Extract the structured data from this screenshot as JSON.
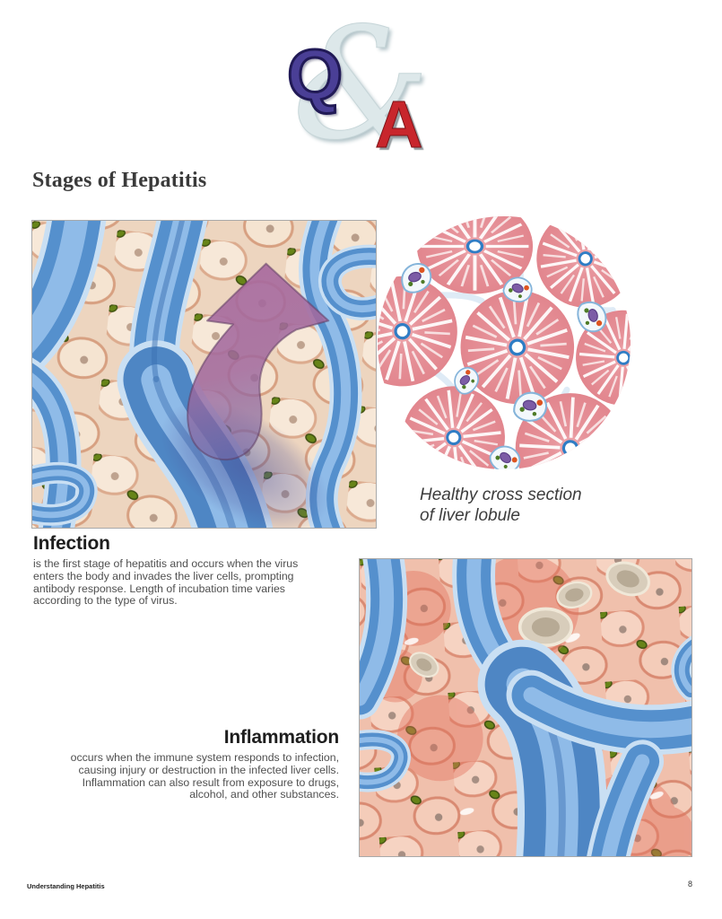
{
  "page": {
    "title": "Stages of Hepatitis",
    "booklet": "Understanding Hepatitis",
    "number": "8"
  },
  "logo": {
    "q": "Q",
    "ampersand": "&",
    "a": "A"
  },
  "lobule_caption": {
    "line1": "Healthy cross section",
    "line2": "of liver lobule"
  },
  "sections": {
    "infection": {
      "heading": "Infection",
      "lines": [
        "is the first stage of hepatitis and occurs when the virus",
        "enters the body and invades the liver cells, prompting",
        "antibody response. Length of incubation time varies",
        "according to the type of virus."
      ]
    },
    "inflammation": {
      "heading": "Inflammation",
      "lines": [
        "occurs when the immune system responds to infection,",
        "causing injury or destruction in the infected liver cells.",
        "Inflammation can also result from exposure to drugs,",
        "alcohol, and other substances."
      ]
    }
  },
  "colors": {
    "q_purple": "#4a3f96",
    "a_red": "#c8262c",
    "ampersand_silver": "#dde8ea",
    "vessel_blue": "#5590cd",
    "cell_beige": "#f5e4d1",
    "inflamed_pink": "#f0b5a5",
    "lobule_pink": "#e2868e",
    "arrow_mauve": "#a86f9e",
    "granule_green": "#678418",
    "central_vein_blue": "#2f7dc5"
  }
}
